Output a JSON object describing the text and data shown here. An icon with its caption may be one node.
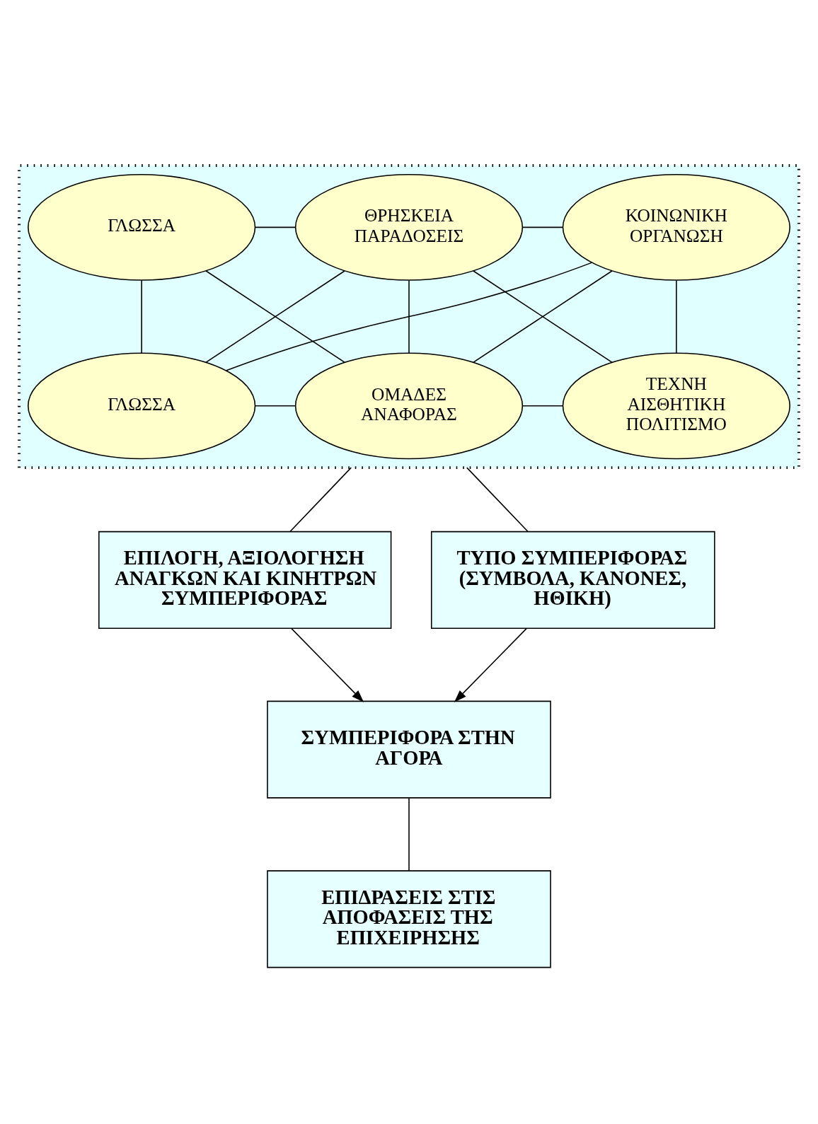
{
  "diagram": {
    "nodes": [
      {
        "text": [],
        "shape": "box"
      },
      {
        "text": [
          "ΓΛΩΣΣΑ"
        ],
        "in": 0
      },
      {
        "text": [
          "ΘΡΗΣΚΕΙΑ ΠΑΡΑΔΟΣΕΙΣ"
        ],
        "in": 0
      },
      {
        "text": [
          "ΚΟΙΝΩΝΙΚΗ ΟΡΓΑΝΩΣΗ"
        ],
        "in": 0
      },
      {
        "text": [
          "ΓΛΩΣΣΑ"
        ],
        "in": 0
      },
      {
        "text": [
          "ΟΜΑΔΕΣ ΑΝΑΦΟΡΑΣ"
        ],
        "in": 0
      },
      {
        "text": [
          "ΤΕΧΝΗ ΑΙΣΘΗΤΙΚΗ ΠΟΛΙΤΙΣΜΟ"
        ],
        "in": 0
      },
      {
        "text": [
          "ΕΠΙΛΟΓΗ, ΑΞΙΟΛΟΓΗΣΗ ΑΝΑΓΚΩΝ ΚΑΙ ΚΙΝΗΤΡΩΝ ΣΥΜΠΕΡΙΦΟΡΑΣ"
        ]
      },
      {
        "text": [
          "ΤΥΠΟ ΣΥΜΠΕΡΙΦΟΡΑΣ (ΣΥΜΒΟΛΑ, ΚΑΝΟΝΕΣ, ΗΘΙΚΗ)"
        ]
      },
      {
        "text": [
          "ΣΥΜΠΕΡΙΦΟΡΑ ΣΤΗΝ ΑΓΟΡΑ"
        ]
      },
      {
        "text": [
          "ΕΠΙΔΡΑΣΕΙΣ ΣΤΙΣ ΑΠΟΦΑΣΕΙΣ ΤΗΣ ΕΠΙΧΕΙΡΗΣΗΣ"
        ]
      }
    ],
    "edges": [
      {
        "from": 1,
        "to": 2,
        "arrow": "none"
      },
      {
        "from": 2,
        "to": 3,
        "arrow": "none"
      },
      {
        "from": 1,
        "to": 4,
        "arrow": "none"
      },
      {
        "from": 1,
        "to": 5,
        "arrow": "none"
      },
      {
        "from": 2,
        "to": 4,
        "arrow": "none"
      },
      {
        "from": 2,
        "to": 5,
        "arrow": "none"
      },
      {
        "from": 2,
        "to": 6,
        "arrow": "none"
      },
      {
        "from": 3,
        "to": 4,
        "arrow": "none"
      },
      {
        "from": 3,
        "to": 5,
        "arrow": "none"
      },
      {
        "from": 3,
        "to": 6,
        "arrow": "none"
      },
      {
        "from": 4,
        "to": 5,
        "arrow": "none"
      },
      {
        "from": 5,
        "to": 6,
        "arrow": "none"
      },
      {
        "from": 0,
        "to": 7,
        "arrow": "none"
      },
      {
        "from": 0,
        "to": 8,
        "arrow": "none"
      },
      {
        "from": 7,
        "to": 9,
        "arrow": "to"
      },
      {
        "from": 8,
        "to": 9,
        "arrow": "to"
      },
      {
        "from": 9,
        "to": 10,
        "arrow": "none"
      }
    ]
  }
}
